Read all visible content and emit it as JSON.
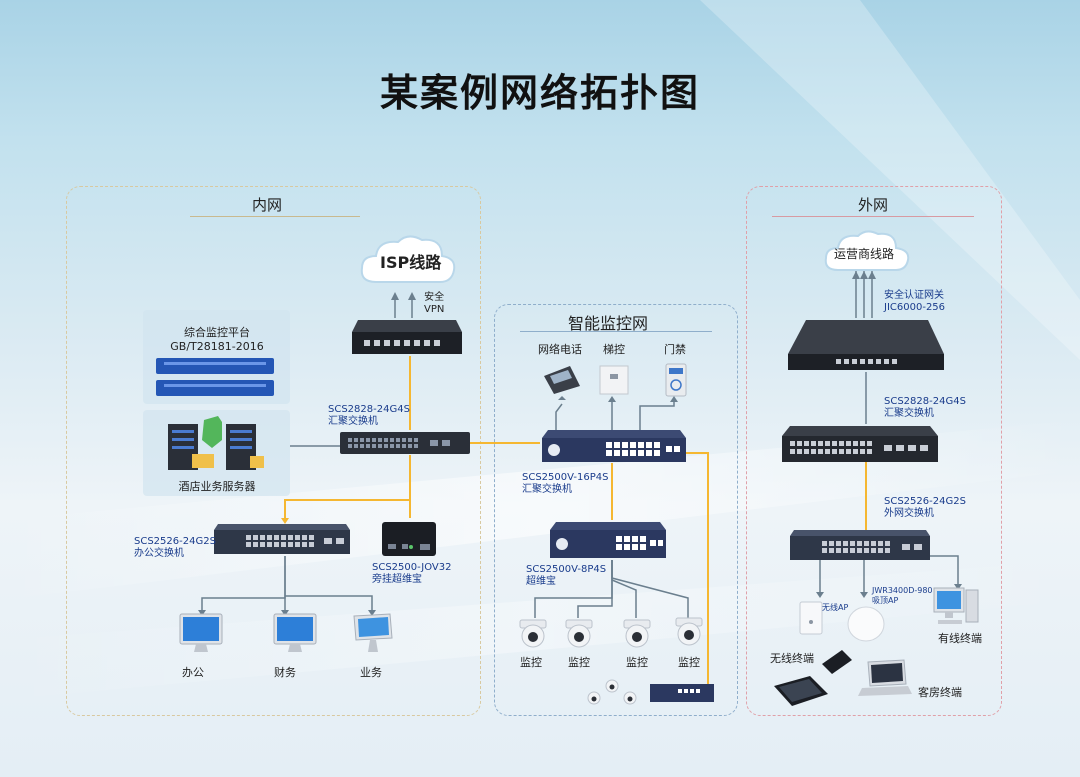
{
  "title": "某案例网络拓扑图",
  "zones": {
    "inner": "内网",
    "monitor": "智能监控网",
    "outer": "外网"
  },
  "inner": {
    "isp": "ISP线路",
    "vpn_line1": "安全",
    "vpn_line2": "VPN",
    "platform_line1": "综合监控平台",
    "platform_line2": "GB/T28181-2016",
    "hotel_server": "酒店业务服务器",
    "core_switch_model": "SCS2828-24G4S",
    "core_switch_role": "汇聚交换机",
    "office_switch_model": "SCS2526-24G2S",
    "office_switch_role": "办公交换机",
    "bypass_model": "SCS2500-JOV32",
    "bypass_role": "旁挂超维宝",
    "terminals": [
      "办公",
      "财务",
      "业务"
    ]
  },
  "monitor": {
    "top_devices": [
      "网络电话",
      "梯控",
      "门禁"
    ],
    "agg_model": "SCS2500V-16P4S",
    "agg_role": "汇聚交换机",
    "edge_model": "SCS2500V-8P4S",
    "edge_role": "超维宝",
    "cameras": [
      "监控",
      "监控",
      "监控",
      "监控"
    ]
  },
  "outer": {
    "carrier": "运营商线路",
    "gateway_line1": "安全认证网关",
    "gateway_line2": "JIC6000-256",
    "agg_model": "SCS2828-24G4S",
    "agg_role": "汇聚交换机",
    "switch_model": "SCS2526-24G2S",
    "switch_role": "外网交换机",
    "ap_wireless": "无线AP",
    "ap_ceiling_line1": "JWR3400D-980",
    "ap_ceiling_line2": "吸顶AP",
    "wired": "有线终端",
    "wireless": "无线终端",
    "guest": "客房终端"
  },
  "colors": {
    "label_blue": "#1a3c8c",
    "link_yellow": "#f5b731",
    "link_gray": "#6b7f8e"
  }
}
